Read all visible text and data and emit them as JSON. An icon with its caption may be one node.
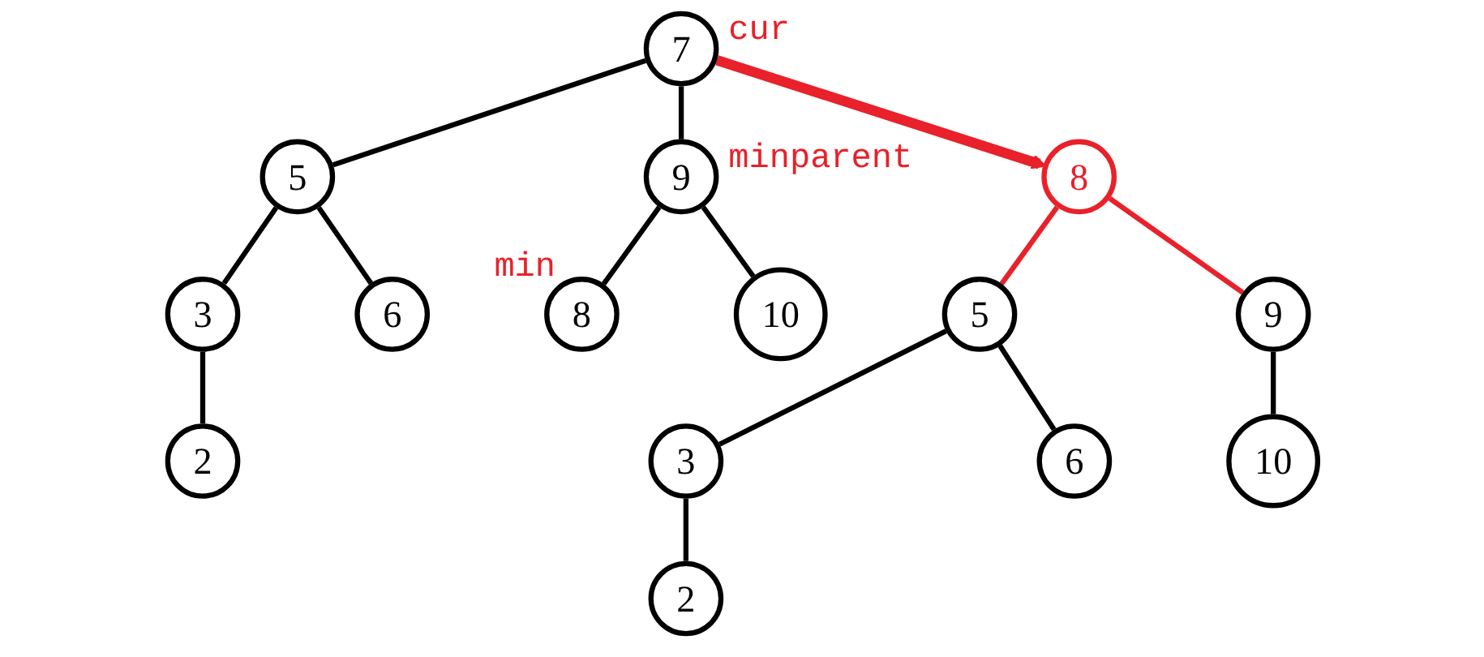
{
  "diagram": {
    "nodes": [
      {
        "text": [
          "7"
        ],
        "beside": [
          "cur"
        ]
      },
      {
        "text": [
          "5"
        ]
      },
      {
        "text": [
          "9"
        ],
        "beside": [
          "minparent"
        ]
      },
      {
        "text": [
          "3"
        ]
      },
      {
        "text": [
          "6"
        ]
      },
      {
        "text": [
          "8"
        ],
        "beside": [
          "min"
        ]
      },
      {
        "text": [
          "10"
        ]
      },
      {
        "text": [
          "2"
        ]
      },
      {
        "text": [
          "8"
        ]
      },
      {
        "text": [
          "5"
        ]
      },
      {
        "text": [
          "9"
        ]
      },
      {
        "text": [
          "3"
        ]
      },
      {
        "text": [
          "6"
        ]
      },
      {
        "text": [
          "10"
        ]
      },
      {
        "text": [
          "2"
        ]
      }
    ],
    "edges": [
      {
        "from": 0,
        "to": 1,
        "arrow": "none"
      },
      {
        "from": 0,
        "to": 2,
        "arrow": "none"
      },
      {
        "from": 1,
        "to": 3,
        "arrow": "none"
      },
      {
        "from": 1,
        "to": 4,
        "arrow": "none"
      },
      {
        "from": 2,
        "to": 5,
        "arrow": "none"
      },
      {
        "from": 2,
        "to": 6,
        "arrow": "none"
      },
      {
        "from": 3,
        "to": 7,
        "arrow": "none"
      },
      {
        "from": 0,
        "to": 8,
        "arrow": "to",
        "style": "thick",
        "color": "#e8212a"
      },
      {
        "from": 8,
        "to": 9,
        "arrow": "none",
        "color": "#e8212a"
      },
      {
        "from": 8,
        "to": 10,
        "arrow": "none",
        "color": "#e8212a"
      },
      {
        "from": 9,
        "to": 11,
        "arrow": "none"
      },
      {
        "from": 9,
        "to": 12,
        "arrow": "none"
      },
      {
        "from": 10,
        "to": 13,
        "arrow": "none"
      },
      {
        "from": 11,
        "to": 14,
        "arrow": "none"
      }
    ]
  }
}
